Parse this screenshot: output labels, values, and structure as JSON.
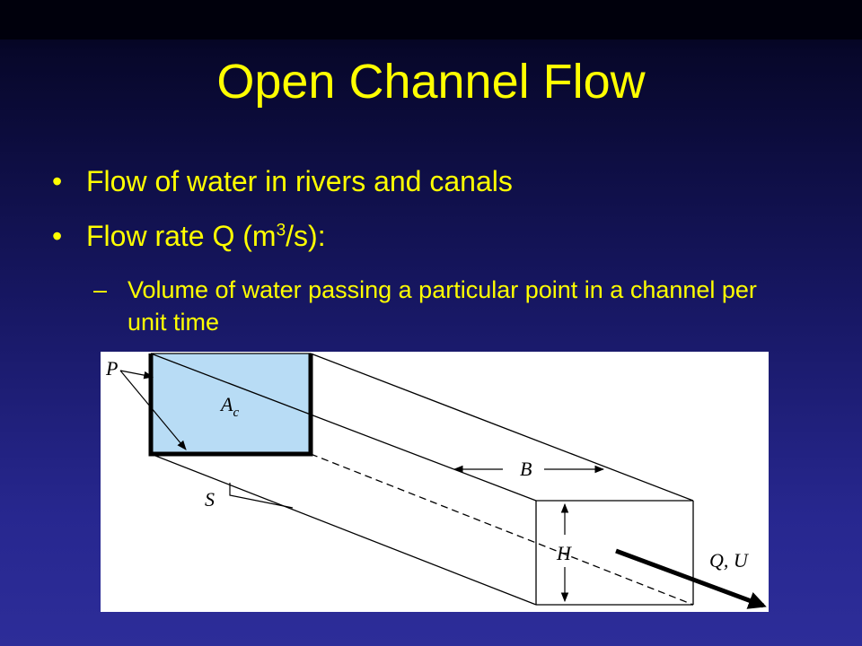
{
  "slide": {
    "title": "Open Channel Flow",
    "bullets": [
      {
        "marker": "•",
        "text": "Flow of water in rivers and canals"
      },
      {
        "marker": "•",
        "text_before": "Flow rate Q (m",
        "superscript": "3",
        "text_after": "/s):"
      }
    ],
    "sub_bullet": {
      "marker": "–",
      "text": "Volume of water passing a particular point in a channel per unit time"
    }
  },
  "figure": {
    "labels": {
      "P": "P",
      "A": "A",
      "A_sub": "c",
      "B": "B",
      "S": "S",
      "H": "H",
      "QU": "Q, U"
    }
  },
  "colors": {
    "title_text": "#ffff00",
    "body_text": "#ffff00",
    "background_top": "#000010",
    "background_bottom": "#2d2d99",
    "water": "#b8dcf5",
    "figure_background": "#ffffff"
  }
}
